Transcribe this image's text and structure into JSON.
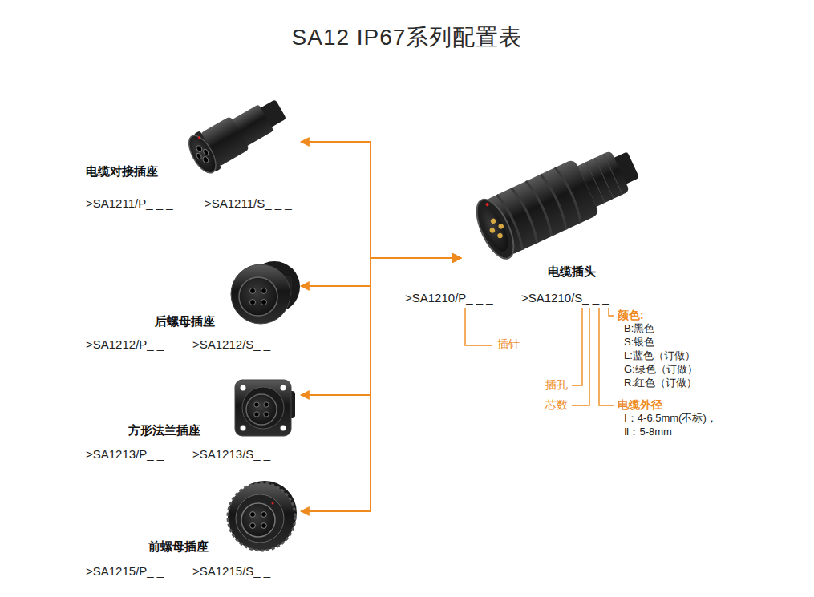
{
  "diagram": {
    "title": "SA12 IP67系列配置表",
    "nodes": [
      {
        "text": [
          "电缆对接插座",
          ">SA1211/P_ _ _",
          ">SA1211/S_ _ _"
        ]
      },
      {
        "text": [
          "后螺母插座",
          ">SA1212/P_ _",
          ">SA1212/S_ _"
        ]
      },
      {
        "text": [
          "方形法兰插座",
          ">SA1213/P_ _",
          ">SA1213/S_ _"
        ]
      },
      {
        "text": [
          "前螺母插座",
          ">SA1215/P_ _",
          ">SA1215/S_ _"
        ]
      },
      {
        "text": [
          "电缆插头",
          ">SA1210/P_ _ _",
          ">SA1210/S_ _ _"
        ]
      }
    ],
    "edges": [
      {
        "from": 4,
        "to": 0,
        "arrow": "both"
      },
      {
        "from": 4,
        "to": 1,
        "arrow": "both"
      },
      {
        "from": 4,
        "to": 2,
        "arrow": "both"
      },
      {
        "from": 4,
        "to": 3,
        "arrow": "both"
      }
    ],
    "labels": [
      "插针",
      "插孔",
      "芯数",
      "颜色:",
      "B:黑色",
      "S:银色",
      "L:蓝色（订做）",
      "G:绿色（订做）",
      "R:红色（订做）",
      "电缆外径",
      "Ⅰ：4-6.5mm(不标)，",
      "Ⅱ：5-8mm"
    ]
  }
}
